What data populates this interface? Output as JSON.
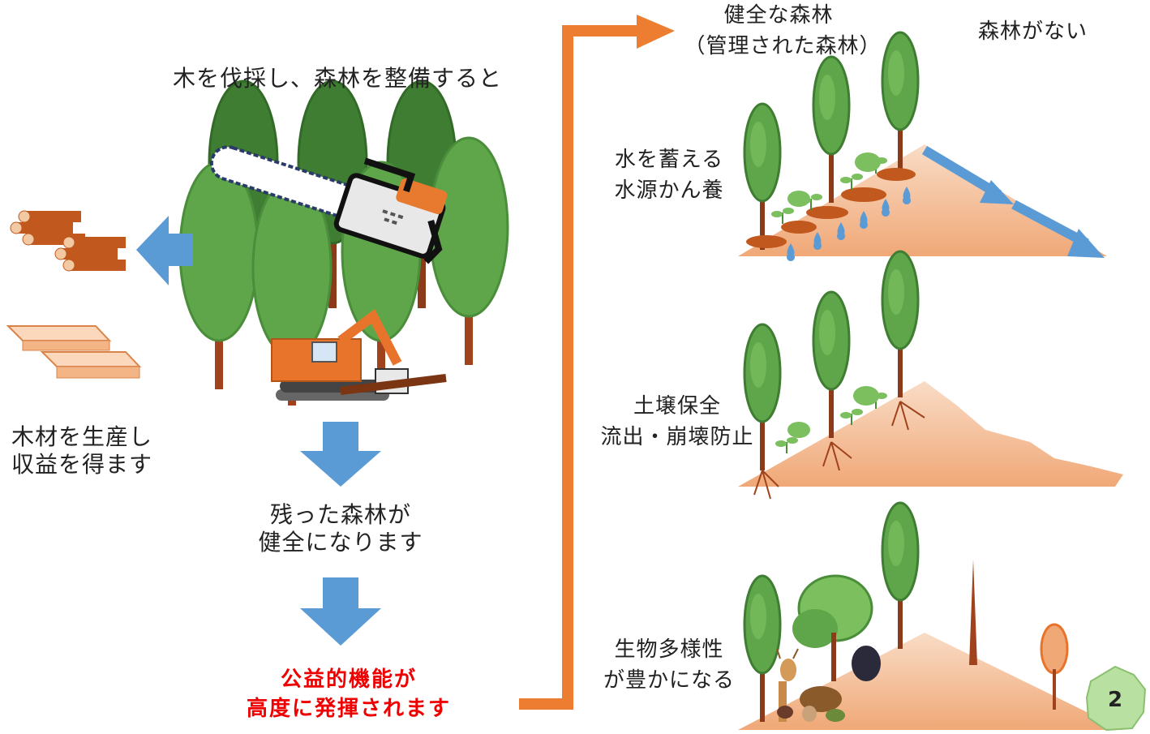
{
  "left": {
    "intro": "木を伐採し、森林を整備すると",
    "timber_line1": "木材を生産し",
    "timber_line2": "収益を得ます",
    "healthy_line1": "残った森林が",
    "healthy_line2": "健全になります",
    "public_line1": "公益的機能が",
    "public_line2": "高度に発揮されます"
  },
  "right": {
    "healthy_title_line1": "健全な森林",
    "healthy_title_line2": "（管理された森林）",
    "no_forest_title": "森林がない",
    "water_line1": "水を蓄える",
    "water_line2": "水源かん養",
    "soil_line1": "土壌保全",
    "soil_line2": "流出・崩壊防止",
    "bio_line1": "生物多様性",
    "bio_line2": "が豊かになる"
  },
  "page_number": "2",
  "colors": {
    "tree_green": "#5fa64a",
    "tree_dark": "#3f7d32",
    "trunk": "#8b3a1a",
    "hill": "#f4b58c",
    "blue_arrow": "#5b9bd5",
    "orange_arrow": "#ed7d31",
    "alert_text": "#ee0000",
    "page_badge": "#b8e0a0"
  }
}
